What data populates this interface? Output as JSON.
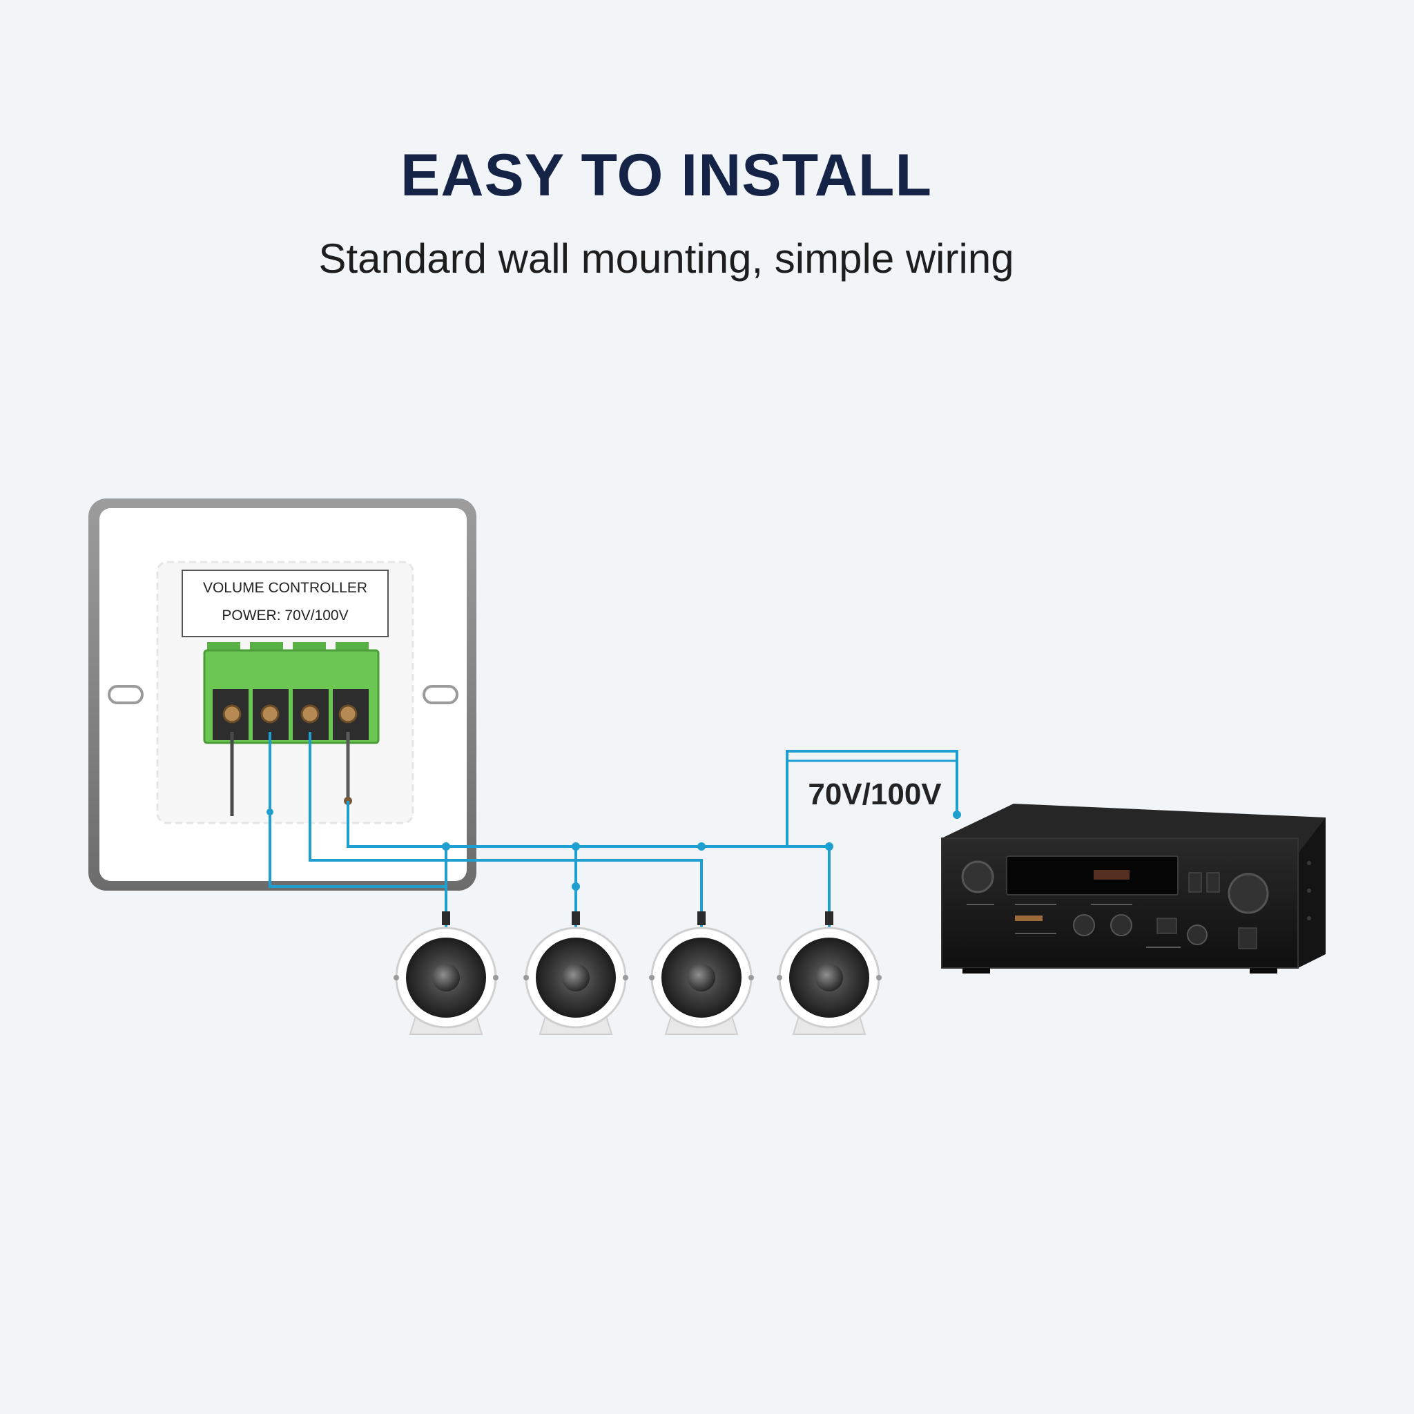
{
  "header": {
    "title": "EASY TO INSTALL",
    "subtitle": "Standard wall mounting, simple wiring"
  },
  "controller": {
    "label_line1": "VOLUME CONTROLLER",
    "label_line2": "POWER: 70V/100V"
  },
  "wiring": {
    "voltage_label": "70V/100V"
  },
  "colors": {
    "wire": "#1e9fd0",
    "terminal_block": "#6cc653",
    "amplifier_body": "#1b1b1b",
    "title": "#152347"
  },
  "icons": [
    "volume-controller-icon",
    "speaker-icon",
    "amplifier-icon"
  ]
}
